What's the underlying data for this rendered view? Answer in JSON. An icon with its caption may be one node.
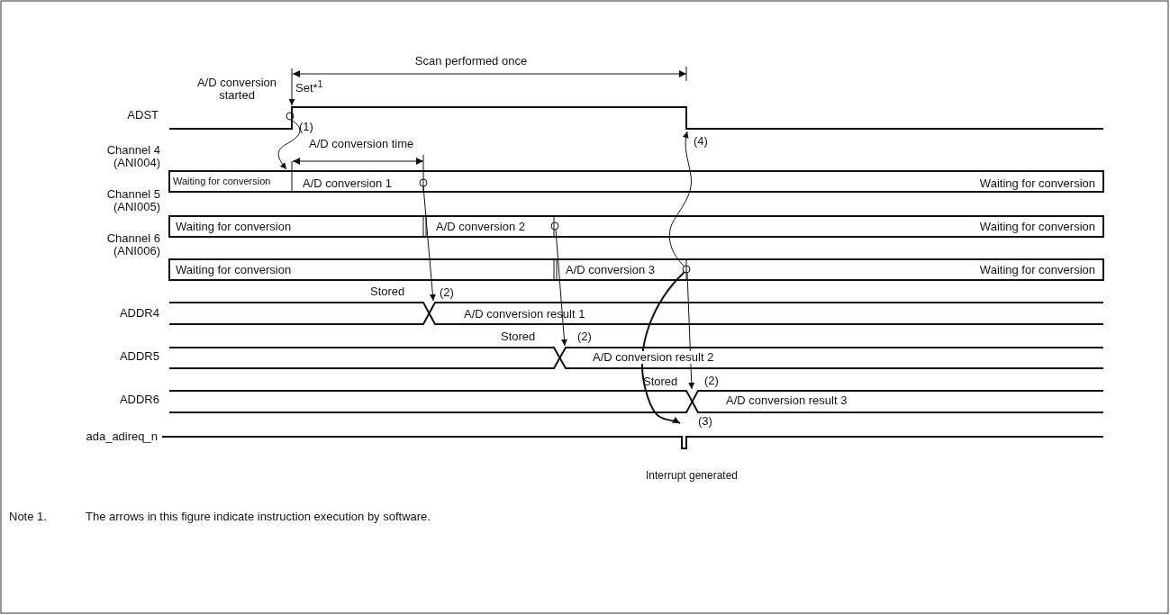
{
  "diagram": {
    "labels": [
      "Scan performed once",
      "Set*$^{1}$",
      "A/D conversion started",
      "ADST",
      "(1)",
      "A/D conversion time",
      "(4)",
      "Channel 4 (ANI004)",
      "Waiting for conversion",
      "A/D conversion 1",
      "Waiting for conversion",
      "Channel 5 (ANI005)",
      "Waiting for conversion",
      "A/D conversion 2",
      "Waiting for conversion",
      "Channel 6 (ANI006)",
      "Waiting for conversion",
      "A/D conversion 3",
      "Waiting for conversion",
      "Stored",
      "(2)",
      "ADDR4",
      "A/D conversion result 1",
      "Stored",
      "(2)",
      "ADDR5",
      "A/D conversion result 2",
      "Stored",
      "(2)",
      "ADDR6",
      "A/D conversion result 3",
      "(3)",
      "ada_adireq_n",
      "Interrupt generated",
      "Note 1.",
      "The arrows in this figure indicate instruction execution by software."
    ]
  }
}
